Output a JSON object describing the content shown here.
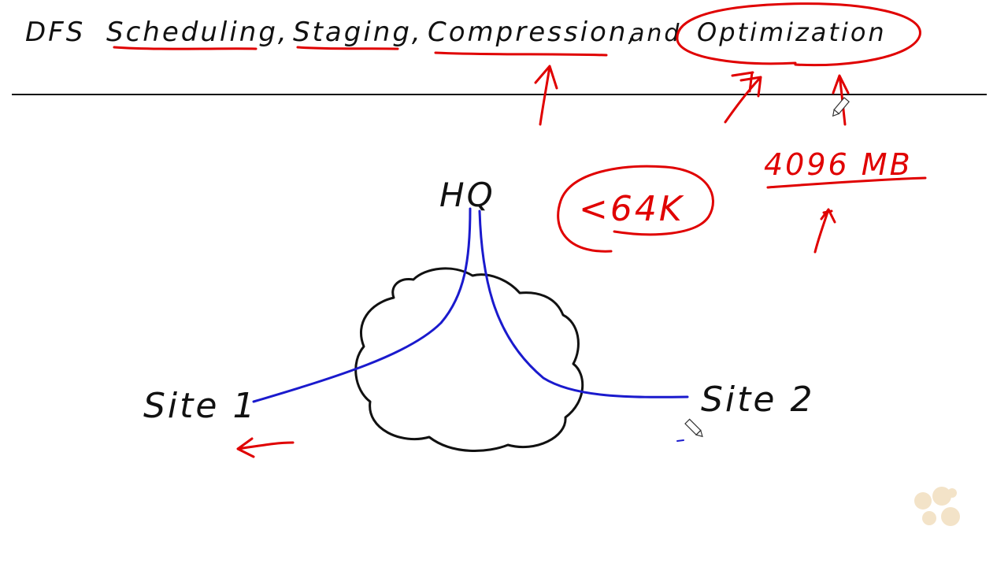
{
  "title": {
    "prefix": "DFS",
    "scheduling": "Scheduling,",
    "staging": "Staging,",
    "compression": "Compression,",
    "and": "and",
    "optimization": "Optimization"
  },
  "diagram": {
    "hub": "HQ",
    "site_left": "Site 1",
    "site_right": "Site 2"
  },
  "annotations": {
    "bandwidth": "<64K",
    "staging_size": "4096 MB"
  },
  "colors": {
    "ink": "#111111",
    "annotation": "#e00000",
    "link": "#1a1acd",
    "watermark": "#f3e3c8"
  },
  "icons": [
    "pencil-cursor-icon",
    "watermark-logo-icon"
  ]
}
